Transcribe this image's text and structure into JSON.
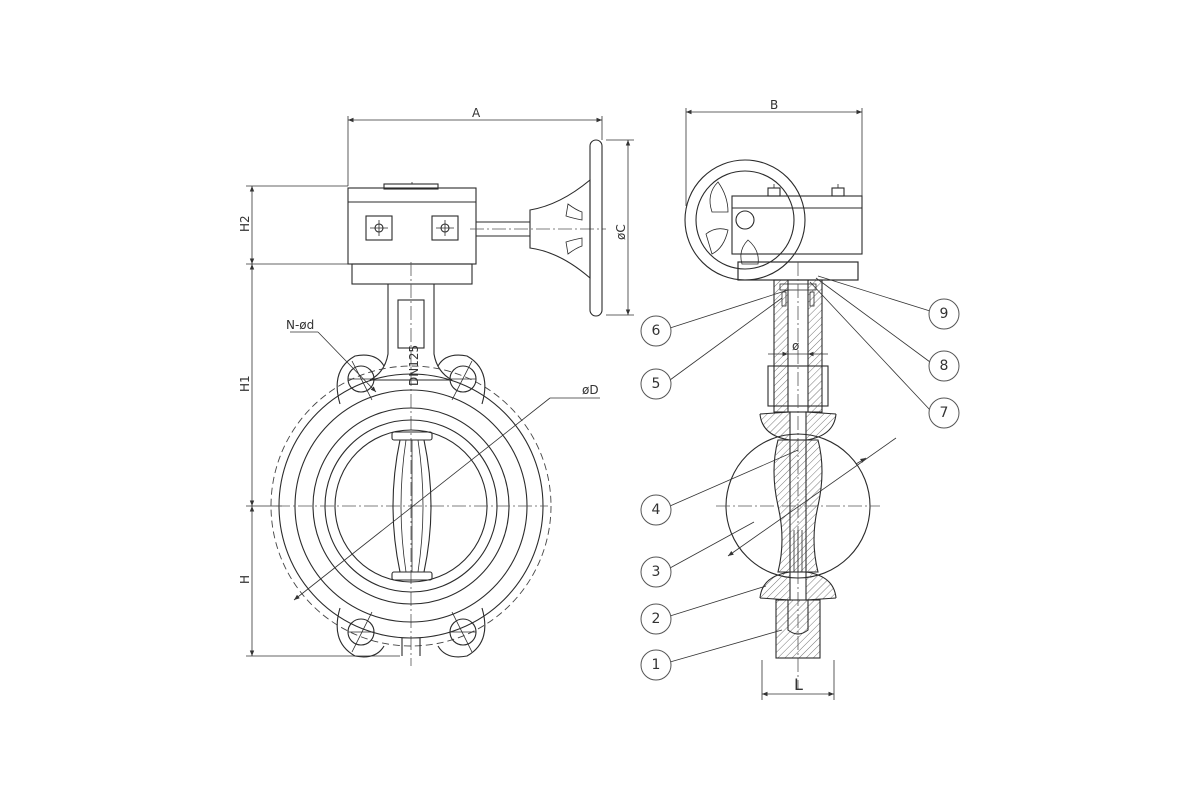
{
  "dimensions": {
    "A": "A",
    "B": "B",
    "C": "øC",
    "D": "øD",
    "H": "H",
    "H1": "H1",
    "H2": "H2",
    "L": "L",
    "bolt": "N-ød",
    "stem": "ø"
  },
  "body_mark": "DN125",
  "callouts": [
    "1",
    "2",
    "3",
    "4",
    "5",
    "6",
    "7",
    "8",
    "9"
  ]
}
